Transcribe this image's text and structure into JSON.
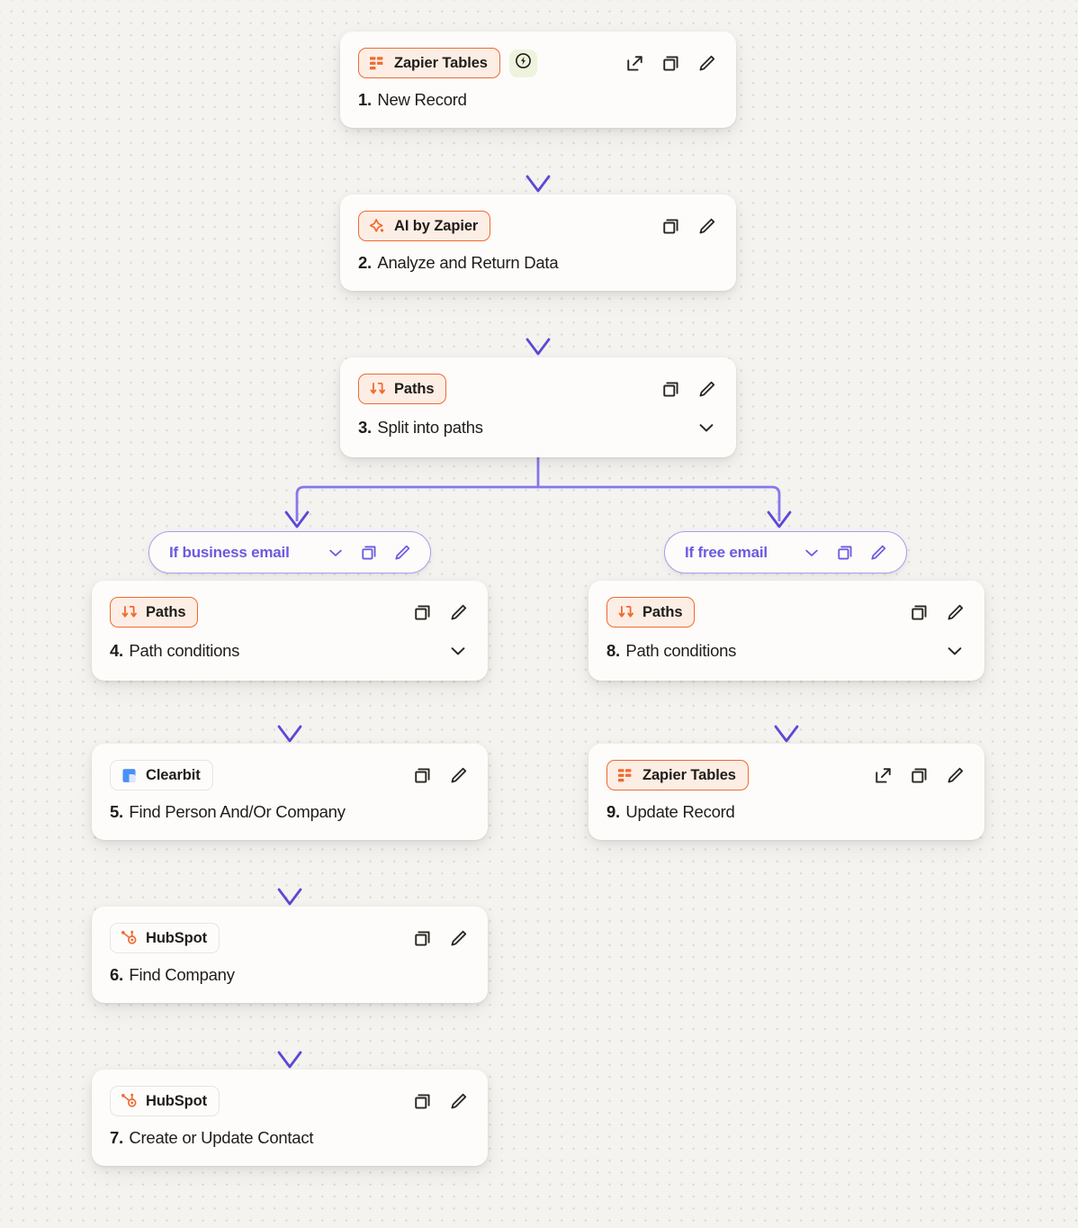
{
  "canvas": {
    "background_color": "#f4f3ef",
    "card_color": "#fdfcfa",
    "accent_orange": "#f06a2f",
    "accent_purple": "#6c5ae0",
    "connector_purple": "#8c7cf0"
  },
  "nodes": [
    {
      "id": "step-1",
      "app": "Zapier Tables",
      "app_icon": "zapier-tables-icon",
      "chip_style": "orange",
      "trigger_badge": "lightning-bolt-icon",
      "step": "1.",
      "label": "New Record",
      "tools": [
        "external-link-icon",
        "duplicate-icon",
        "edit-pencil-icon"
      ],
      "chevron": false
    },
    {
      "id": "step-2",
      "app": "AI by Zapier",
      "app_icon": "ai-sparkle-icon",
      "chip_style": "orange",
      "trigger_badge": null,
      "step": "2.",
      "label": "Analyze and Return Data",
      "tools": [
        "duplicate-icon",
        "edit-pencil-icon"
      ],
      "chevron": false
    },
    {
      "id": "step-3",
      "app": "Paths",
      "app_icon": "paths-icon",
      "chip_style": "orange",
      "trigger_badge": null,
      "step": "3.",
      "label": "Split into paths",
      "tools": [
        "duplicate-icon",
        "edit-pencil-icon"
      ],
      "chevron": true
    },
    {
      "id": "step-4",
      "app": "Paths",
      "app_icon": "paths-icon",
      "chip_style": "orange",
      "trigger_badge": null,
      "step": "4.",
      "label": "Path conditions",
      "tools": [
        "duplicate-icon",
        "edit-pencil-icon"
      ],
      "chevron": true
    },
    {
      "id": "step-5",
      "app": "Clearbit",
      "app_icon": "clearbit-icon",
      "chip_style": "plain",
      "trigger_badge": null,
      "step": "5.",
      "label": "Find Person And/Or Company",
      "tools": [
        "duplicate-icon",
        "edit-pencil-icon"
      ],
      "chevron": false
    },
    {
      "id": "step-6",
      "app": "HubSpot",
      "app_icon": "hubspot-icon",
      "chip_style": "plain",
      "trigger_badge": null,
      "step": "6.",
      "label": "Find Company",
      "tools": [
        "duplicate-icon",
        "edit-pencil-icon"
      ],
      "chevron": false
    },
    {
      "id": "step-7",
      "app": "HubSpot",
      "app_icon": "hubspot-icon",
      "chip_style": "plain",
      "trigger_badge": null,
      "step": "7.",
      "label": "Create or Update Contact",
      "tools": [
        "duplicate-icon",
        "edit-pencil-icon"
      ],
      "chevron": false
    },
    {
      "id": "step-8",
      "app": "Paths",
      "app_icon": "paths-icon",
      "chip_style": "orange",
      "trigger_badge": null,
      "step": "8.",
      "label": "Path conditions",
      "tools": [
        "duplicate-icon",
        "edit-pencil-icon"
      ],
      "chevron": true
    },
    {
      "id": "step-9",
      "app": "Zapier Tables",
      "app_icon": "zapier-tables-icon",
      "chip_style": "orange",
      "trigger_badge": null,
      "step": "9.",
      "label": "Update Record",
      "tools": [
        "external-link-icon",
        "duplicate-icon",
        "edit-pencil-icon"
      ],
      "chevron": false
    }
  ],
  "paths": [
    {
      "id": "path-left",
      "label": "If business email",
      "tools": [
        "chevron-down-icon",
        "duplicate-icon",
        "edit-pencil-icon"
      ]
    },
    {
      "id": "path-right",
      "label": "If free email",
      "tools": [
        "chevron-down-icon",
        "duplicate-icon",
        "edit-pencil-icon"
      ]
    }
  ]
}
